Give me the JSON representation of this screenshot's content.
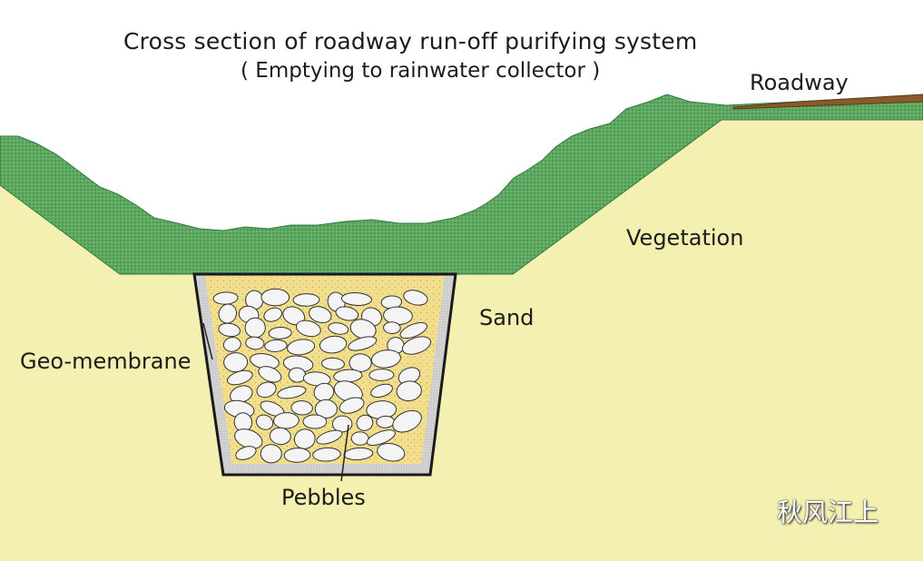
{
  "title": "Cross section of roadway run-off purifying system",
  "subtitle": "( Emptying to rainwater collector )",
  "labels": {
    "roadway": "Roadway",
    "vegetation": "Vegetation",
    "sand": "Sand",
    "geo_membrane": "Geo-membrane",
    "pebbles": "Pebbles"
  },
  "watermark": "秋风江上",
  "colors": {
    "soil": "#f3f0b2",
    "grass": "#5fa862",
    "grass_dark": "#2f7a3f",
    "road": "#8a5a2b",
    "sand": "#f2df8e",
    "membrane": "#cfcfcf",
    "pebble": "#f4f4f4",
    "outline": "#222222"
  }
}
